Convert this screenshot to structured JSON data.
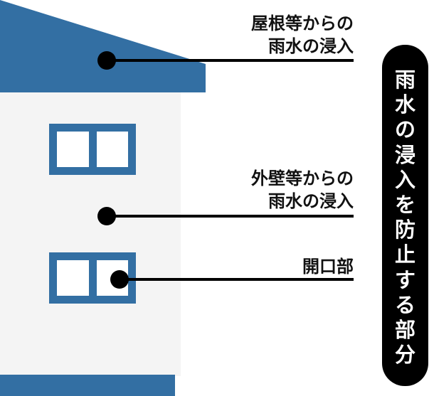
{
  "colors": {
    "house_blue": "#336fa3",
    "wall": "#f4f4f4",
    "leader": "#000000",
    "pill_bg": "#000000",
    "pill_text": "#ffffff"
  },
  "callouts": {
    "roof": {
      "line1": "屋根等からの",
      "line2": "雨水の浸入"
    },
    "wall": {
      "line1": "外壁等からの",
      "line2": "雨水の浸入"
    },
    "opening": {
      "line1": "開口部"
    }
  },
  "side_label": {
    "text": "雨水の浸入を防止する部分",
    "chars": [
      "雨",
      "水",
      "の",
      "浸",
      "入",
      "を",
      "防",
      "止",
      "す",
      "る",
      "部",
      "分"
    ]
  }
}
